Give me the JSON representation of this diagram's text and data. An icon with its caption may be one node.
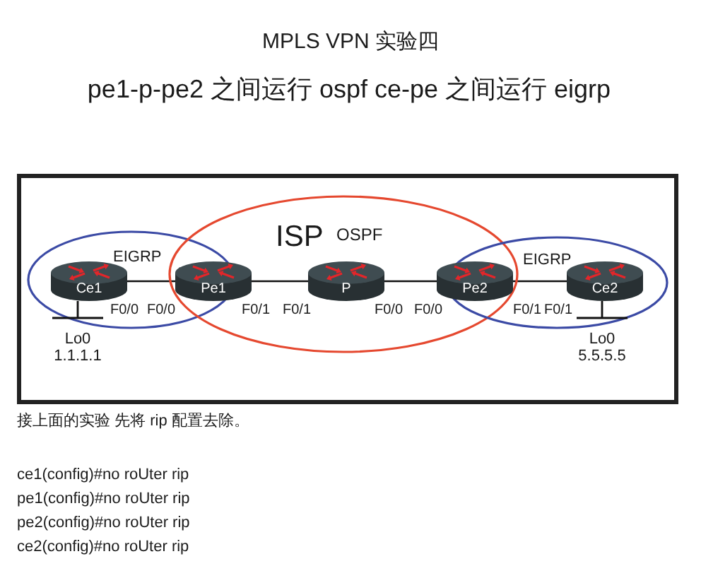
{
  "diagram": {
    "title": "MPLS VPN 实验四",
    "nodes": [
      {
        "text": [
          "EIGRP"
        ]
      },
      {
        "text": [
          "Ce1"
        ],
        "in": 0,
        "beside": [
          "F0/0",
          "Lo0 1.1.1.1"
        ]
      },
      {
        "text": [
          "ISP",
          "OSPF"
        ]
      },
      {
        "text": [
          "Pe1"
        ],
        "in": 2,
        "beside": [
          "F0/0",
          "F0/1"
        ]
      },
      {
        "text": [
          "P"
        ],
        "in": 2,
        "beside": [
          "F0/1",
          "F0/0"
        ]
      },
      {
        "text": [
          "Pe2"
        ],
        "in": 2,
        "beside": [
          "F0/0",
          "F0/1"
        ]
      },
      {
        "text": [
          "EIGRP"
        ]
      },
      {
        "text": [
          "Ce2"
        ],
        "in": 6,
        "beside": [
          "F0/1",
          "Lo0 5.5.5.5"
        ]
      }
    ],
    "edges": [
      {
        "from": 1,
        "to": 3,
        "arrow": "none"
      },
      {
        "from": 3,
        "to": 4,
        "arrow": "none"
      },
      {
        "from": 4,
        "to": 5,
        "arrow": "none"
      },
      {
        "from": 5,
        "to": 7,
        "arrow": "none"
      }
    ],
    "labels": [
      "pe1-p-pe2 之间运行 ospf ce-pe 之间运行 eigrp",
      "接上面的实验 先将 rip 配置去除。",
      "ce1(config)#no roUter rip",
      "pe1(config)#no roUter rip",
      "pe2(config)#no roUter rip",
      "ce2(config)#no roUter rip"
    ]
  }
}
